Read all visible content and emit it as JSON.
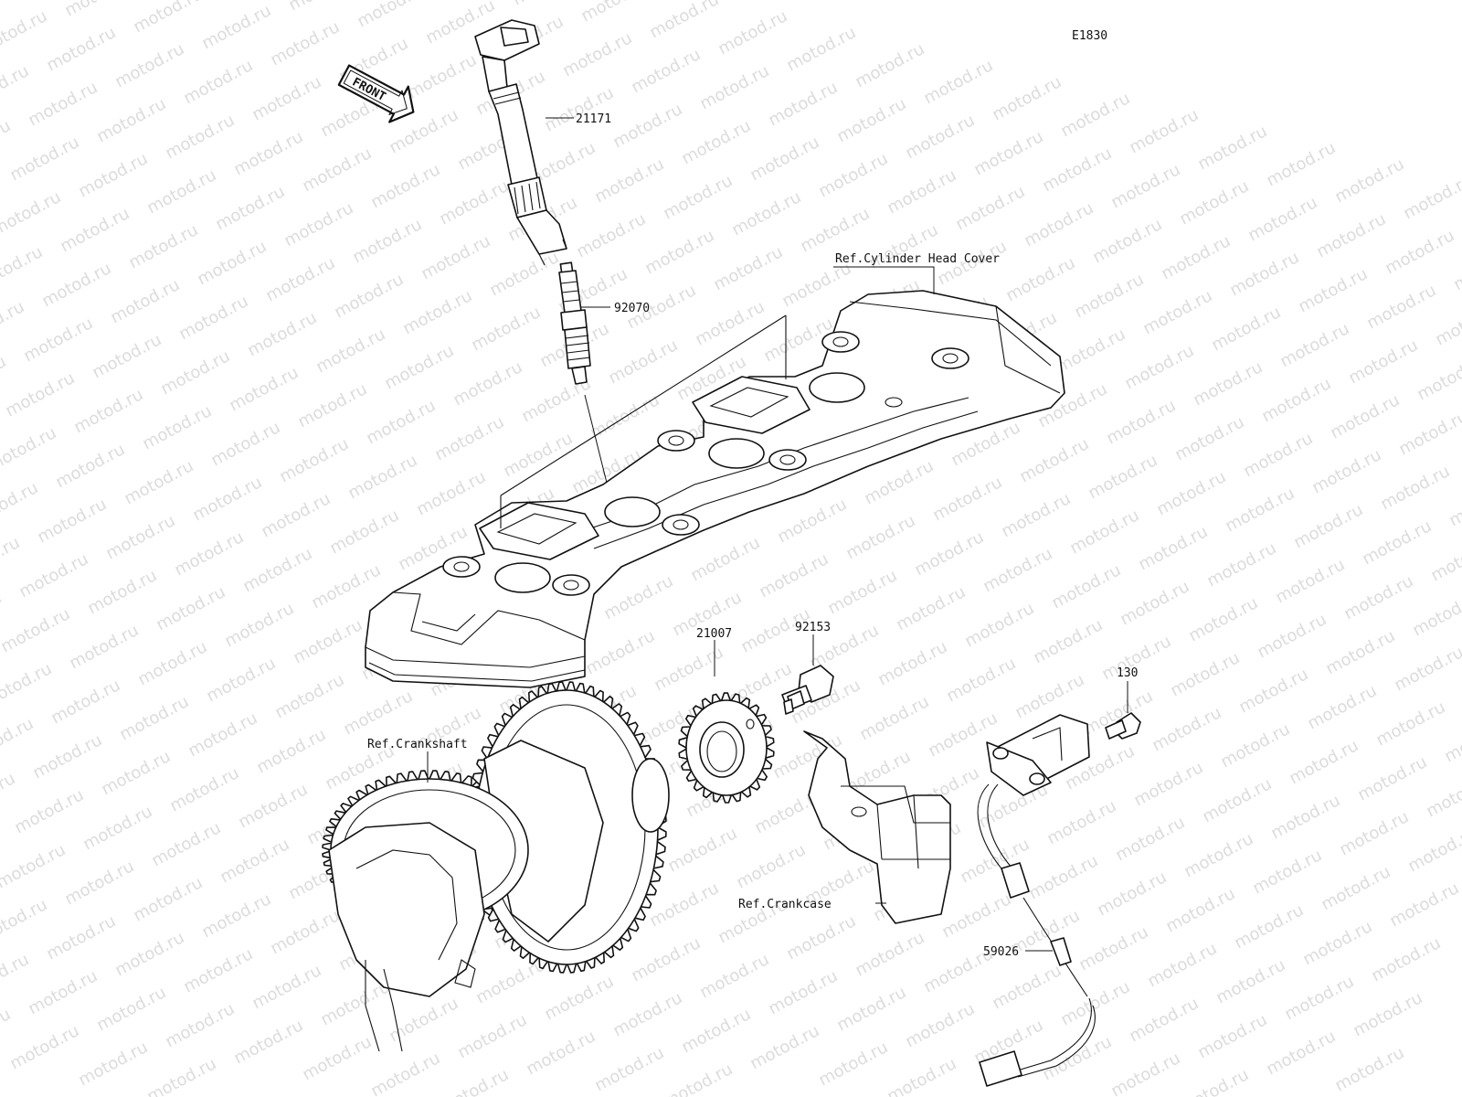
{
  "diagram": {
    "code": "E1830",
    "watermark": "motod.ru",
    "front_label": "FRONT",
    "labels": {
      "ignition_coil": "21171",
      "spark_plug": "92070",
      "cylinder_head_cover": "Ref.Cylinder Head Cover",
      "gear": "21007",
      "bolt": "92153",
      "small_bolt": "130",
      "crankshaft": "Ref.Crankshaft",
      "crankcase": "Ref.Crankcase",
      "sensor": "59026"
    }
  }
}
